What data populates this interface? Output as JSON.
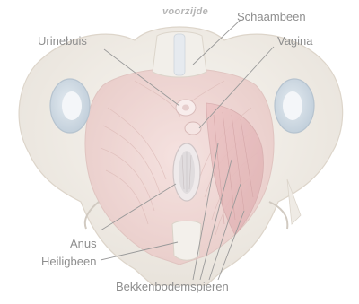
{
  "diagram": {
    "title": "voorzijde",
    "labels": {
      "schaambeen": "Schaambeen",
      "urinebuis": "Urinebuis",
      "vagina": "Vagina",
      "anus": "Anus",
      "heiligbeen": "Heiligbeen",
      "bekkenbodemspieren": "Bekkenbodemspieren"
    },
    "colors": {
      "label_text": "#8e8e8e",
      "leader_line": "#9a9a9a",
      "bone": "#e9e3d8",
      "muscle": "#e6b9b5",
      "deep_muscle": "#d98e90",
      "cartilage": "#b9c9d8"
    }
  }
}
